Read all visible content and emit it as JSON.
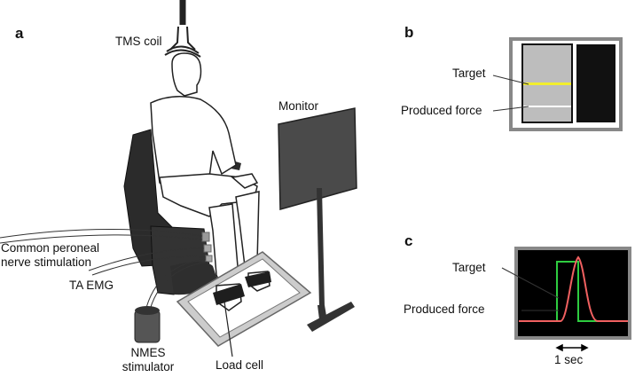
{
  "panels": {
    "a": "a",
    "b": "b",
    "c": "c"
  },
  "labels": {
    "tms_coil": "TMS coil",
    "monitor": "Monitor",
    "cpn_line1": "Common peroneal",
    "cpn_line2": "nerve stimulation",
    "ta_emg": "TA EMG",
    "nmes_line1": "NMES",
    "nmes_line2": "stimulator",
    "load_cell": "Load cell"
  },
  "panel_b": {
    "target": "Target",
    "produced_force": "Produced force"
  },
  "panel_c": {
    "target": "Target",
    "produced_force": "Produced force",
    "scale": "1 sec"
  },
  "colors": {
    "target_line": "#f2ee2e",
    "produced_line": "#ffffff",
    "trace_target": "#2ecc40",
    "trace_produced": "#f06060",
    "screen_dark": "#111111",
    "screen_grey": "#bdbdbd",
    "monitor_body": "#4a4a4a",
    "frame": "#888888"
  }
}
